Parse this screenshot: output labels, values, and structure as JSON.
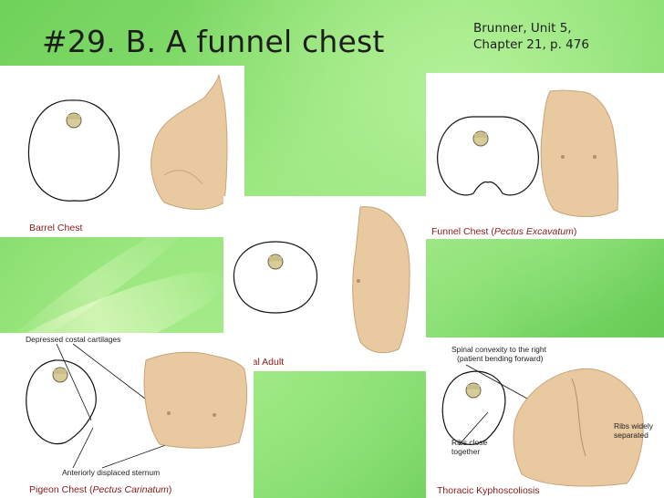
{
  "title": "#29. B.  A funnel chest",
  "reference": "Brunner, Unit 5, Chapter 21, p. 476",
  "panels": {
    "barrel": {
      "caption": "Barrel Chest"
    },
    "funnel": {
      "caption_main": "Funnel Chest (",
      "caption_italic": "Pectus Excavatum",
      "caption_end": ")"
    },
    "normal": {
      "caption": "Normal Adult"
    },
    "pigeon": {
      "caption_main": "Pigeon Chest (",
      "caption_italic": "Pectus Carinatum",
      "caption_end": ")",
      "note_top": "Depressed costal cartilages",
      "note_bottom": "Anteriorly displaced sternum"
    },
    "kypho": {
      "caption": "Thoracic Kyphoscoliosis",
      "note_spinal_1": "Spinal convexity to the right",
      "note_spinal_2": "(patient bending forward)",
      "note_ribs_close_1": "Ribs close",
      "note_ribs_close_2": "together",
      "note_ribs_wide_1": "Ribs widely",
      "note_ribs_wide_2": "separated"
    }
  },
  "colors": {
    "background": "#7ad965",
    "caption": "#8b1a1a",
    "skin": "#e8c9a0"
  }
}
